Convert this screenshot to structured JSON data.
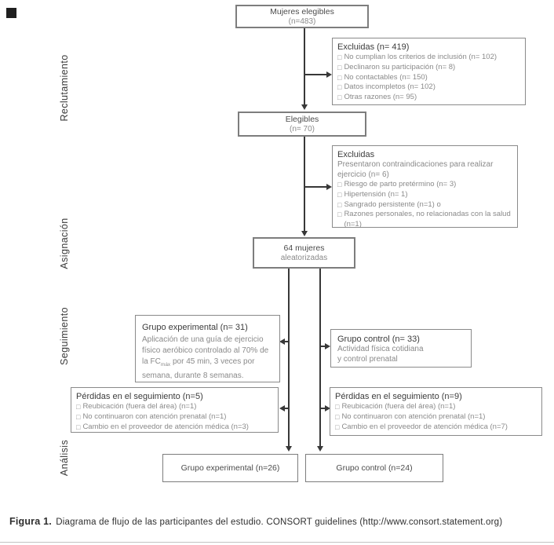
{
  "colors": {
    "line": "#383838",
    "box_border": "#8a8a8a"
  },
  "icons": {
    "checkbox": "□"
  },
  "stages": {
    "recruitment": "Reclutamiento",
    "assignment": "Asignación",
    "followup": "Seguimiento",
    "analysis": "Análisis"
  },
  "boxes": {
    "eligible_women": {
      "line1": "Mujeres elegibles",
      "line2": "(n=483)"
    },
    "excluded1": {
      "title": "Excluidas (n= 419)",
      "items": [
        "No cumplian los criterios de inclusión (n= 102)",
        "Declinaron su participación (n= 8)",
        "No contactables (n= 150)",
        "Datos incompletos (n= 102)",
        "Otras razones (n= 95)"
      ]
    },
    "eligible": {
      "line1": "Elegibles",
      "line2": "(n= 70)"
    },
    "excluded2": {
      "title": "Excluidas",
      "subtitle": "Presentaron contraindicaciones para realizar ejercicio (n= 6)",
      "items": [
        "Riesgo de parto pretérmino (n= 3)",
        "Hipertensión (n= 1)",
        "Sangrado persistente (n=1) o",
        "Razones personales, no relacionadas con la salud (n=1)"
      ]
    },
    "randomized": {
      "line1": "64 mujeres",
      "line2": "aleatorizadas"
    },
    "experimental": {
      "title": "Grupo experimental (n= 31)",
      "body_pre": "Aplicación de una guía de ejercicio físico aeróbico controlado al 70% de la FC",
      "body_sub": "máx",
      "body_post": " por 45 min, 3 veces por semana, durante 8 semanas."
    },
    "control": {
      "title": "Grupo control (n= 33)",
      "line1": "Actividad física cotidiana",
      "line2": "y control prenatal"
    },
    "losses_experimental": {
      "title": "Pérdidas en el seguimiento (n=5)",
      "items": [
        "Reubicación (fuera del área) (n=1)",
        "No continuaron con atención prenatal (n=1)",
        "Cambio en el proveedor de atención médica (n=3)"
      ]
    },
    "losses_control": {
      "title": "Pérdidas en el seguimiento (n=9)",
      "items": [
        "Reubicación (fuera del área) (n=1)",
        "No continuaron con atención prenatal (n=1)",
        "Cambio en el proveedor de atención médica (n=7)"
      ]
    },
    "final_experimental": {
      "label": "Grupo experimental (n=26)"
    },
    "final_control": {
      "label": "Grupo control (n=24)"
    }
  },
  "caption": {
    "label": "Figura 1.",
    "text": " Diagrama de flujo de las participantes del estudio. CONSORT guidelines (http://www.consort.statement.org)"
  }
}
